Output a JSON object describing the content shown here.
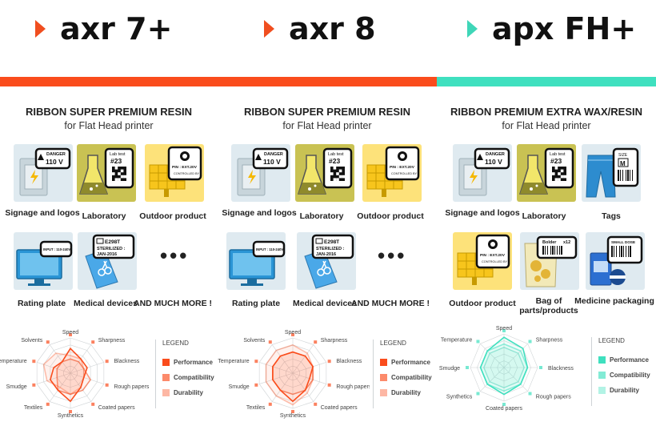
{
  "brands": [
    {
      "name": "axr 7+",
      "chevron_color": "#f04e1f"
    },
    {
      "name": "axr 8",
      "chevron_color": "#f04e1f"
    },
    {
      "name": "apx FH+",
      "chevron_color": "#3fd6b8"
    }
  ],
  "colors": {
    "orange": "#fa4c1c",
    "teal": "#3fe0bf"
  },
  "columns": [
    {
      "title": "RIBBON SUPER PREMIUM RESIN",
      "subtitle": "for Flat Head printer",
      "items": [
        {
          "label": "Signage and logos",
          "icon": "electric-panel-icon"
        },
        {
          "label": "Laboratory",
          "icon": "flask-icon"
        },
        {
          "label": "Outdoor product",
          "icon": "solar-panel-icon"
        },
        {
          "label": "Rating plate",
          "icon": "monitor-icon"
        },
        {
          "label": "Medical devices",
          "icon": "glove-scissors-icon"
        },
        {
          "label": "AND MUCH MORE !",
          "icon": "more-dots"
        }
      ],
      "legend": {
        "title": "LEGEND",
        "entries": [
          "Performance",
          "Compatibility",
          "Durability"
        ]
      }
    },
    {
      "title": "RIBBON SUPER PREMIUM RESIN",
      "subtitle": "for Flat Head printer",
      "items": [
        {
          "label": "Signage and logos",
          "icon": "electric-panel-icon"
        },
        {
          "label": "Laboratory",
          "icon": "flask-icon"
        },
        {
          "label": "Outdoor product",
          "icon": "solar-panel-icon"
        },
        {
          "label": "Rating plate",
          "icon": "monitor-icon"
        },
        {
          "label": "Medical devices",
          "icon": "glove-scissors-icon"
        },
        {
          "label": "AND MUCH MORE !",
          "icon": "more-dots"
        }
      ],
      "legend": {
        "title": "LEGEND",
        "entries": [
          "Performance",
          "Compatibility",
          "Durability"
        ]
      }
    },
    {
      "title": "RIBBON PREMIUM EXTRA WAX/RESIN",
      "subtitle": "for Flat Head printer",
      "items": [
        {
          "label": "Signage and logos",
          "icon": "electric-panel-icon"
        },
        {
          "label": "Laboratory",
          "icon": "flask-icon"
        },
        {
          "label": "Tags",
          "icon": "jeans-tag-icon"
        },
        {
          "label": "Outdoor product",
          "icon": "solar-panel-icon"
        },
        {
          "label": "Bag of parts/products",
          "icon": "bag-icon"
        },
        {
          "label": "Medicine packaging",
          "icon": "medicine-icon"
        }
      ],
      "legend": {
        "title": "LEGEND",
        "entries": [
          "Performance",
          "Compatibility",
          "Durability"
        ]
      }
    }
  ],
  "label_texts": {
    "danger": "DANGER",
    "voltage": "110 V",
    "lab": "Lab test",
    "lab_no": "#23",
    "pin": "PIN : EXT.20V",
    "controlled": "CONTROLLED BY",
    "input": "INPUT : 110-240V",
    "med_code": "E298T",
    "sterilized": "STERILIZED :",
    "med_date": "JAN-2016",
    "size": "SIZE",
    "size_val": "M",
    "bolder": "Bolder",
    "bolder_qty": "x12",
    "dose": "SMALL DOSE"
  },
  "chart_data": [
    {
      "type": "radar",
      "axes": [
        "Speed",
        "Sharpness",
        "Blackness",
        "Rough papers",
        "Coated papers",
        "Synthetics",
        "Textiles",
        "Smudge",
        "Temperature",
        "Solvents"
      ],
      "series": [
        {
          "name": "Performance",
          "values": [
            3.5,
            2.5,
            2.5,
            2,
            2.5,
            4,
            3,
            3,
            2.5,
            2
          ]
        },
        {
          "name": "Compatibility",
          "values": [
            2,
            2,
            2,
            3,
            3,
            3,
            3,
            2,
            2,
            2
          ]
        },
        {
          "name": "Durability",
          "values": [
            2.5,
            2.5,
            2,
            2,
            2.5,
            3,
            2.5,
            3.5,
            4,
            3.5
          ]
        }
      ],
      "rmax": 5,
      "color": "#fa4c1c"
    },
    {
      "type": "radar",
      "axes": [
        "Speed",
        "Sharpness",
        "Blackness",
        "Rough papers",
        "Coated papers",
        "Synthetics",
        "Textiles",
        "Smudge",
        "Temperature",
        "Solvents"
      ],
      "series": [
        {
          "name": "Performance",
          "values": [
            3,
            3,
            3,
            2.5,
            3,
            4,
            3,
            3,
            3,
            3
          ]
        },
        {
          "name": "Compatibility",
          "values": [
            3,
            3,
            3,
            3,
            3,
            3,
            3,
            3,
            3,
            3
          ]
        },
        {
          "name": "Durability",
          "values": [
            4,
            3.5,
            3,
            3,
            3.5,
            4.5,
            4,
            4,
            4,
            4
          ]
        }
      ],
      "rmax": 5,
      "color": "#fa4c1c"
    },
    {
      "type": "radar",
      "axes": [
        "Speed",
        "Sharpness",
        "Blackness",
        "Rough papers",
        "Coated papers",
        "Synthetics",
        "Smudge",
        "Temperature"
      ],
      "series": [
        {
          "name": "Performance",
          "values": [
            4.5,
            4,
            3.5,
            3.5,
            4,
            3.5,
            3.5,
            3.5
          ]
        },
        {
          "name": "Compatibility",
          "values": [
            3.5,
            3.5,
            3.5,
            3.5,
            3.5,
            3.5,
            3.5,
            3.5
          ]
        },
        {
          "name": "Durability",
          "values": [
            3,
            3,
            3,
            3,
            3,
            3,
            3,
            3
          ]
        }
      ],
      "rmax": 5,
      "color": "#3fe0bf"
    }
  ]
}
